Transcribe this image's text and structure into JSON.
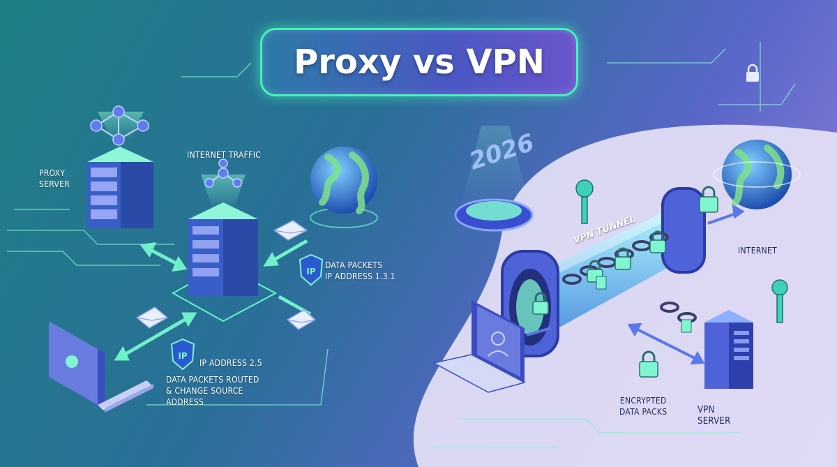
{
  "title": "Proxy vs VPN",
  "year": "2026",
  "proxy": {
    "server_label_line1": "PROXY",
    "server_label_line2": "SERVER",
    "internet_traffic": "INTERNET TRAFFIC",
    "data_packets_line1": "DATA PACKETS",
    "data_packets_line2": "IP ADDRESS 1.3.1",
    "ip_address_client": "IP ADDRESS 2.5",
    "routed_line1": "DATA PACKETS ROUTED",
    "routed_line2": "& CHANGE SOURCE",
    "routed_line3": "ADDRESS",
    "shield_text": "IP"
  },
  "vpn": {
    "tunnel_label": "VPN TUNNEL",
    "internet_label": "INTERNET",
    "encrypted_line1": "ENCRYPTED",
    "encrypted_line2": "DATA PACKS",
    "server_line1": "VPN",
    "server_line2": "SERVER"
  },
  "colors": {
    "accent_green": "#45f2b8",
    "left_bg": "#1f7f86",
    "right_bg": "#e4e0f5",
    "tunnel_blue": "#4f63d8"
  }
}
